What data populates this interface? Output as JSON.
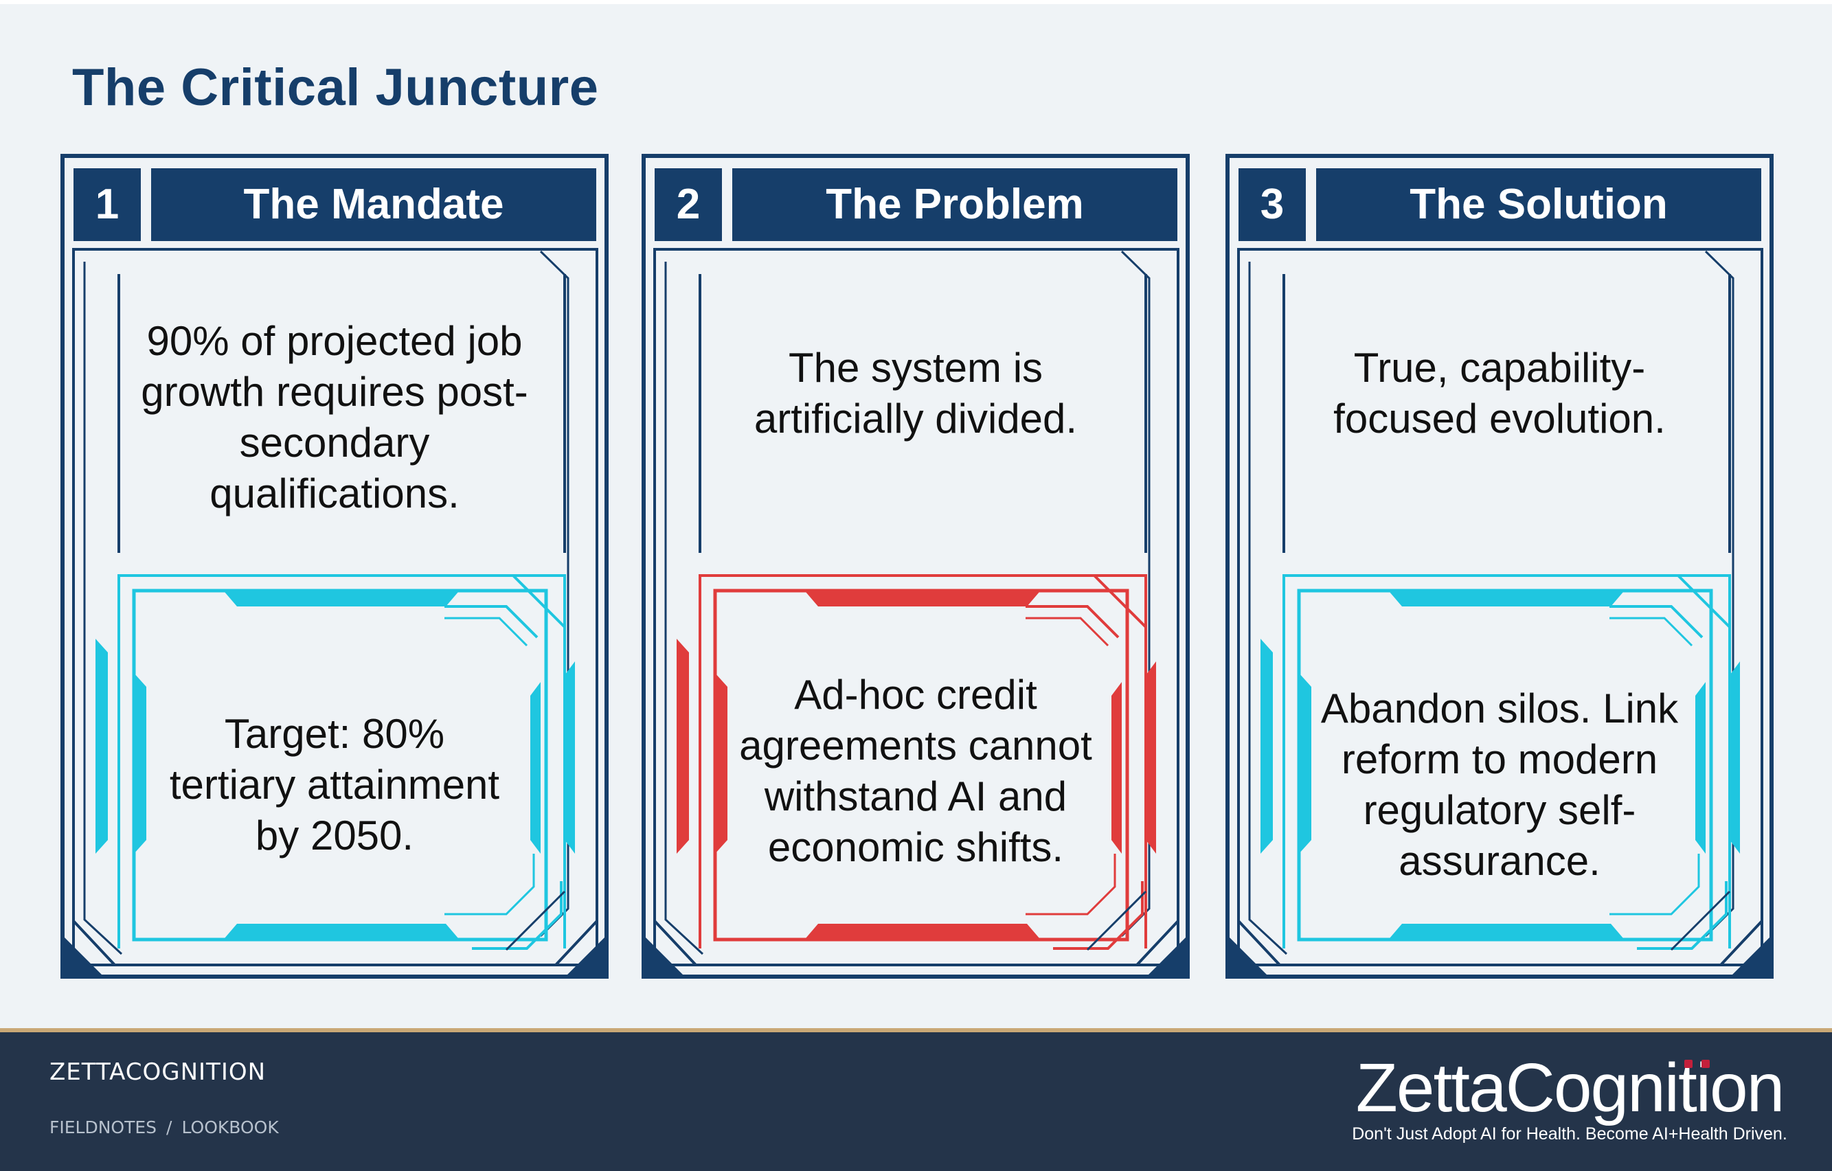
{
  "slide": {
    "title": "The Critical Juncture",
    "cards": [
      {
        "number": "1",
        "heading": "The Mandate",
        "statement": "90% of projected job growth requires post-secondary qualifications.",
        "callout": "Target: 80% tertiary attainment by 2050.",
        "callout_color": "#1fc6e0"
      },
      {
        "number": "2",
        "heading": "The Problem",
        "statement": "The system is artificially divided.",
        "callout": "Ad-hoc credit agreements cannot withstand AI and economic shifts.",
        "callout_color": "#e03c3c"
      },
      {
        "number": "3",
        "heading": "The Solution",
        "statement": "True, capability-focused evolution.",
        "callout": "Abandon silos. Link reform to modern regulatory self-assurance.",
        "callout_color": "#1fc6e0"
      }
    ],
    "colors": {
      "navy": "#163e6a",
      "cyan": "#1fc6e0",
      "red": "#e03c3c",
      "background": "#eff3f6"
    }
  },
  "footer": {
    "brand": "ZETTACOGNITION",
    "breadcrumb": [
      "FIELDNOTES",
      "LOOKBOOK"
    ],
    "logo_text": "ZettaCognition",
    "tagline": "Don't Just Adopt AI for Health. Become AI+Health Driven."
  }
}
